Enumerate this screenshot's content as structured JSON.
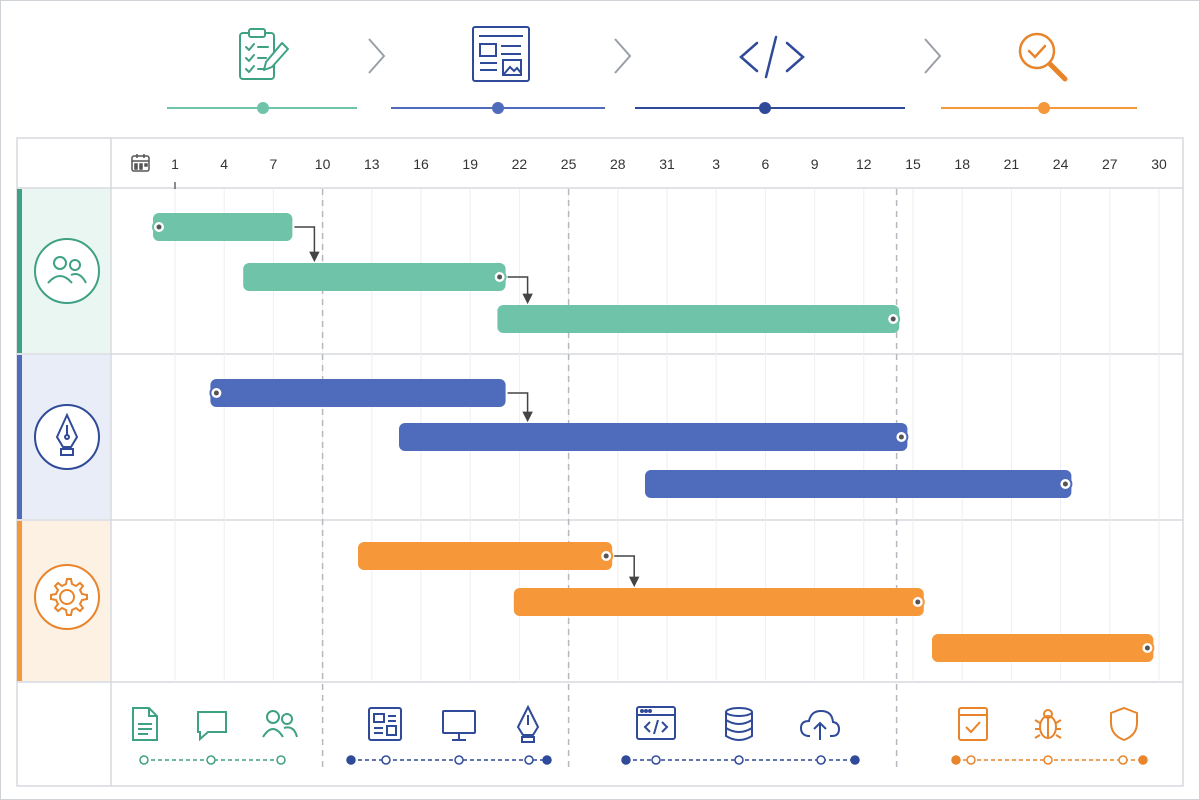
{
  "colors": {
    "green": "#6fc3a8",
    "green_dark": "#3fa184",
    "blue": "#4f6bbb",
    "blue_dark": "#2f4a98",
    "orange": "#f6983a",
    "orange_dark": "#e8842a",
    "grid": "#e6e8eb",
    "border": "#cfd3d8"
  },
  "phases": [
    {
      "name": "planning",
      "icon": "clipboard-checklist-icon",
      "color": "#3fa184"
    },
    {
      "name": "design",
      "icon": "layout-document-icon",
      "color": "#2f4a98"
    },
    {
      "name": "development",
      "icon": "code-brackets-icon",
      "color": "#2f4a98"
    },
    {
      "name": "testing",
      "icon": "magnifier-check-icon",
      "color": "#e8842a"
    }
  ],
  "rows": [
    {
      "name": "team",
      "icon": "users-icon",
      "color": "#3fa184"
    },
    {
      "name": "design",
      "icon": "pen-nib-icon",
      "color": "#2f4a98"
    },
    {
      "name": "engineering",
      "icon": "gear-icon",
      "color": "#e8842a"
    }
  ],
  "chart_data": {
    "type": "gantt",
    "axis_icon": "calendar-icon",
    "tick_labels": [
      "1",
      "4",
      "7",
      "10",
      "13",
      "16",
      "19",
      "22",
      "25",
      "28",
      "31",
      "3",
      "6",
      "9",
      "12",
      "15",
      "18",
      "21",
      "24",
      "27",
      "30"
    ],
    "day_range": [
      1,
      61
    ],
    "phase_boundaries": [
      10,
      25,
      45
    ],
    "tasks": [
      {
        "row": 0,
        "start": 0,
        "end": 8.5,
        "color": "#6fc3a8",
        "dot": "start"
      },
      {
        "row": 0,
        "start": 5.5,
        "end": 21.5,
        "color": "#6fc3a8",
        "dot": "end"
      },
      {
        "row": 0,
        "start": 21,
        "end": 45.5,
        "color": "#6fc3a8",
        "dot": "end"
      },
      {
        "row": 1,
        "start": 3.5,
        "end": 21.5,
        "color": "#4f6bbb",
        "dot": "start"
      },
      {
        "row": 1,
        "start": 15,
        "end": 46,
        "color": "#4f6bbb",
        "dot": "end"
      },
      {
        "row": 1,
        "start": 30,
        "end": 56,
        "color": "#4f6bbb",
        "dot": "end"
      },
      {
        "row": 2,
        "start": 12.5,
        "end": 28,
        "color": "#f6983a",
        "dot": "end"
      },
      {
        "row": 2,
        "start": 22,
        "end": 47,
        "color": "#f6983a",
        "dot": "end"
      },
      {
        "row": 2,
        "start": 47.5,
        "end": 61,
        "color": "#f6983a",
        "dot": "end"
      }
    ],
    "dependencies": [
      {
        "from": 0,
        "to": 1
      },
      {
        "from": 1,
        "to": 2
      },
      {
        "from": 3,
        "to": 4
      },
      {
        "from": 6,
        "to": 7
      }
    ]
  },
  "footer_groups": [
    {
      "color": "#3fa184",
      "icons": [
        "document-icon",
        "chat-bubble-icon",
        "users-icon"
      ]
    },
    {
      "color": "#2f4a98",
      "icons": [
        "layout-document-icon",
        "monitor-icon",
        "pen-nib-icon"
      ]
    },
    {
      "color": "#2f4a98",
      "icons": [
        "code-window-icon",
        "database-icon",
        "cloud-upload-icon"
      ]
    },
    {
      "color": "#e8842a",
      "icons": [
        "checklist-icon",
        "bug-icon",
        "shield-icon"
      ]
    }
  ]
}
